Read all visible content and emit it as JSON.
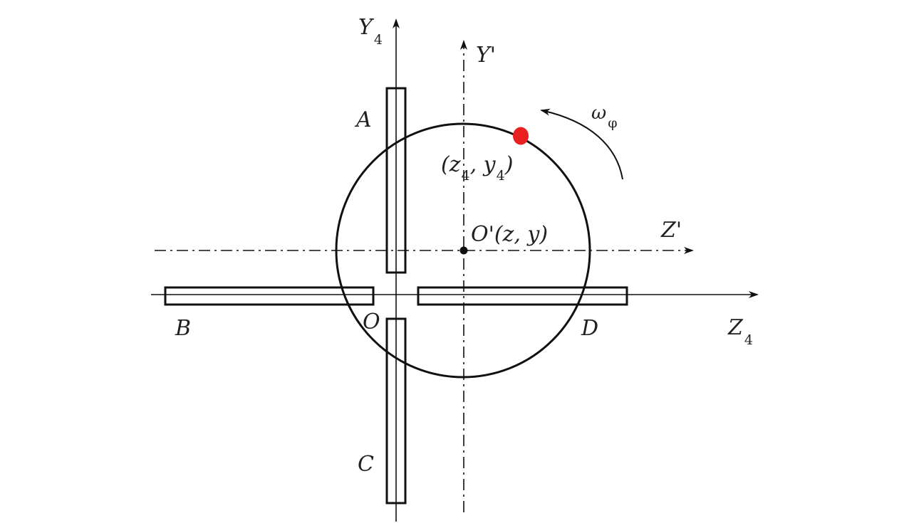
{
  "axes": {
    "y4": {
      "main": "Y",
      "sub": "4"
    },
    "y_prime": "Y'",
    "z_prime": "Z'",
    "z4": {
      "main": "Z",
      "sub": "4"
    }
  },
  "electrodes": {
    "a": "A",
    "b": "B",
    "c": "C",
    "d": "D"
  },
  "origin": "O",
  "center_label": "O'(z, y)",
  "point_label": {
    "open": "(z",
    "sub1": "4",
    "mid": ", y",
    "sub2": "4",
    "close": ")"
  },
  "rotation_label": {
    "main": "ω",
    "sub": "φ"
  },
  "colors": {
    "point": "#e8201f",
    "stroke": "#111111"
  }
}
